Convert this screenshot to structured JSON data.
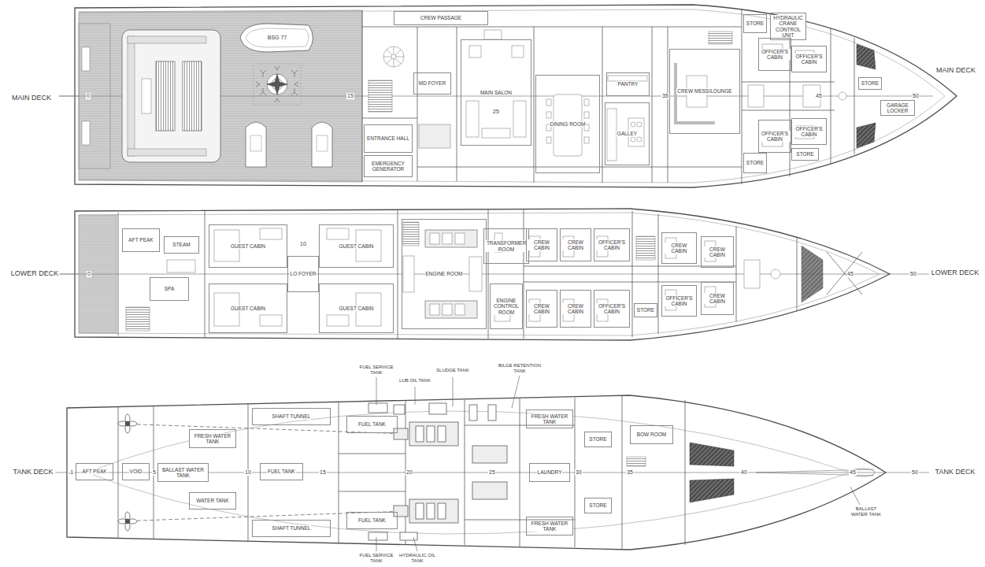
{
  "diagram": {
    "nodes": [
      {
        "text": [
          "CREW PASSAGE"
        ]
      },
      {
        "text": [
          "MD FOYER"
        ]
      },
      {
        "text": [
          "MAIN SALON"
        ]
      },
      {
        "text": [
          "ENTRANCE HALL"
        ]
      },
      {
        "text": [
          "EMERGENCY GENERATOR"
        ]
      },
      {
        "text": [
          "DINING ROOM"
        ]
      },
      {
        "text": [
          "PANTRY"
        ]
      },
      {
        "text": [
          "GALLEY"
        ]
      },
      {
        "text": [
          "CREW MESS/LOUNGE"
        ]
      },
      {
        "text": [
          "STORE"
        ]
      },
      {
        "text": [
          "OFFICER'S CABIN"
        ]
      },
      {
        "text": [
          "STORE"
        ]
      },
      {
        "text": [
          "OFFICER'S CABIN"
        ]
      },
      {
        "text": [
          "HYDRAULIC CRANE CONTROL UNIT"
        ]
      },
      {
        "text": [
          "OFFICER'S CABIN"
        ]
      },
      {
        "text": [
          "OFFICER'S CABIN"
        ]
      },
      {
        "text": [
          "STORE"
        ]
      },
      {
        "text": [
          "STORE"
        ]
      },
      {
        "text": [
          "GARAGE LOCKER"
        ]
      },
      {
        "text": [
          "AFT PEAK"
        ]
      },
      {
        "text": [
          "STEAM"
        ]
      },
      {
        "text": [
          "SPA"
        ]
      },
      {
        "text": [
          "GUEST CABIN"
        ]
      },
      {
        "text": [
          "LO FOYER"
        ]
      },
      {
        "text": [
          "GUEST CABIN"
        ]
      },
      {
        "text": [
          "GUEST CABIN"
        ]
      },
      {
        "text": [
          "GUEST CABIN"
        ]
      },
      {
        "text": [
          "ENGINE ROOM"
        ]
      },
      {
        "text": [
          "TRANSFORMER ROOM"
        ]
      },
      {
        "text": [
          "ENGINE CONTROL ROOM"
        ]
      },
      {
        "text": [
          "CREW CABIN"
        ]
      },
      {
        "text": [
          "CREW CABIN"
        ]
      },
      {
        "text": [
          "OFFICER'S CABIN"
        ]
      },
      {
        "text": [
          "CREW CABIN"
        ]
      },
      {
        "text": [
          "CREW CABIN"
        ]
      },
      {
        "text": [
          "OFFICER'S CABIN"
        ]
      },
      {
        "text": [
          "STORE"
        ]
      },
      {
        "text": [
          "CREW CABIN"
        ]
      },
      {
        "text": [
          "CREW CABIN"
        ]
      },
      {
        "text": [
          "OFFICER'S CABIN"
        ]
      },
      {
        "text": [
          "CREW CABIN"
        ]
      },
      {
        "text": [
          "AFT PEAK"
        ]
      },
      {
        "text": [
          "VOID"
        ]
      },
      {
        "text": [
          "BALLAST WATER TANK"
        ]
      },
      {
        "text": [
          "FRESH WATER TANK"
        ]
      },
      {
        "text": [
          "WATER TANK"
        ]
      },
      {
        "text": [
          "SHAFT TUNNEL"
        ]
      },
      {
        "text": [
          "SHAFT TUNNEL"
        ]
      },
      {
        "text": [
          "FUEL TANK"
        ]
      },
      {
        "text": [
          "FUEL TANK"
        ]
      },
      {
        "text": [
          "FUEL TANK"
        ]
      },
      {
        "text": [
          "LAUNDRY"
        ]
      },
      {
        "text": [
          "FRESH WATER TANK"
        ]
      },
      {
        "text": [
          "FRESH WATER TANK"
        ]
      },
      {
        "text": [
          "STORE"
        ]
      },
      {
        "text": [
          "STORE"
        ]
      },
      {
        "text": [
          "BOW ROOM"
        ]
      }
    ],
    "labels": [
      "MAIN DECK",
      "MAIN DECK",
      "LOWER DECK",
      "LOWER DECK",
      "TANK DECK",
      "TANK DECK",
      "BSG 77",
      "0",
      "15",
      "25",
      "35",
      "45",
      "50",
      "0",
      "10",
      "45",
      "50",
      "-1",
      "5",
      "10",
      "15",
      "20",
      "25",
      "30",
      "35",
      "40",
      "45",
      "50",
      "FUEL SERVICE TANK",
      "LUB OIL TANK",
      "SLUDGE TANK",
      "BILGE RETENTION TANK",
      "FUEL SERVICE TANK",
      "HYDRAULIC OIL TANK",
      "BALLAST WATER TANK"
    ]
  }
}
